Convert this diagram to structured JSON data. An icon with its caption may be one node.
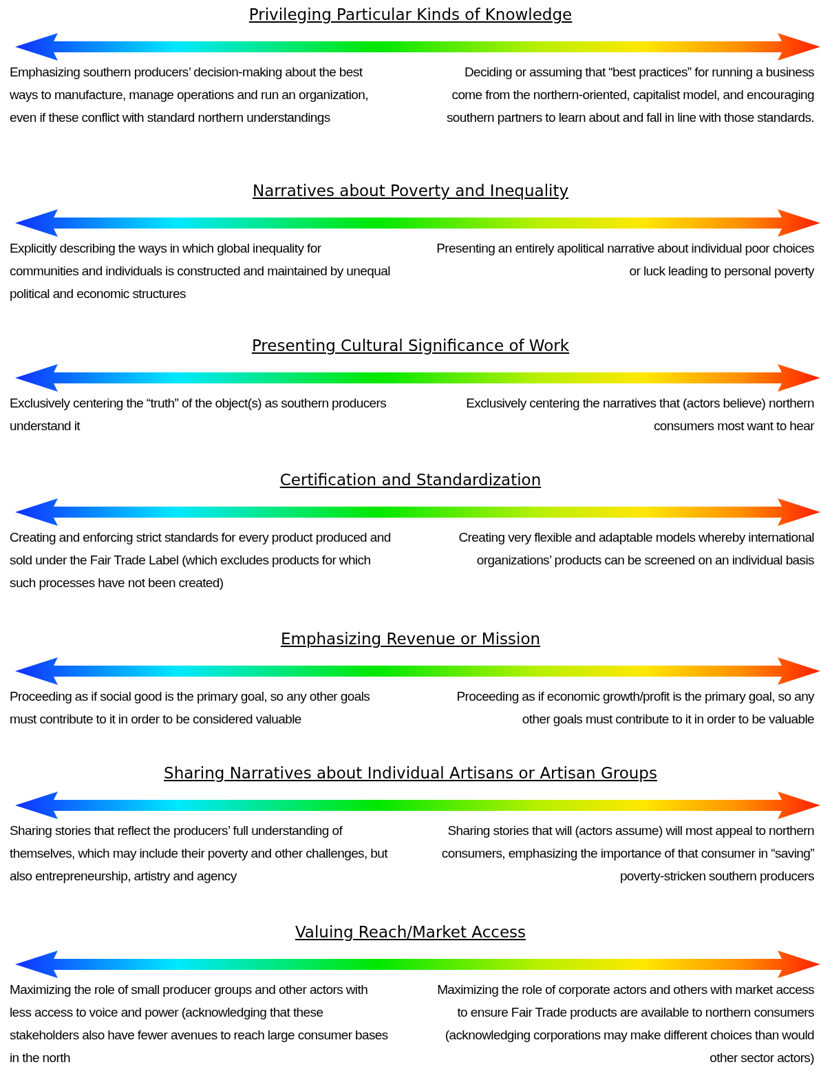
{
  "diagram": {
    "labels": [
      "Privileging Particular Kinds of Knowledge",
      "Emphasizing southern producers’ decision-making about the best ways to manufacture, manage operations and run an organization, even if these conflict with standard northern understandings",
      "Deciding or assuming that “best practices” for running a business come from the northern-oriented, capitalist model, and encouraging southern partners to learn about and fall in line with those standards.",
      "Narratives about Poverty and Inequality",
      "Explicitly describing the ways in which global inequality for communities and individuals is constructed and maintained by unequal political and economic structures",
      "Presenting an entirely apolitical narrative about individual poor choices or luck leading to personal poverty",
      "Presenting Cultural Significance of Work",
      "Exclusively centering the “truth” of the object(s) as southern producers understand it",
      "Exclusively centering the narratives that (actors believe) northern consumers most want to hear",
      "Certification and Standardization",
      "Creating and enforcing strict standards for every product produced and sold under the Fair Trade Label (which excludes products for which such processes have not been created)",
      "Creating very flexible and adaptable models whereby international organizations’ products can be screened on an individual basis",
      "Emphasizing Revenue or Mission",
      "Proceeding as if social good is the primary goal, so any other goals must contribute to it in order to be considered valuable",
      "Proceeding as if economic growth/profit is the primary goal, so any other goals must contribute to it in order to be valuable",
      "Sharing Narratives about Individual Artisans or Artisan Groups",
      "Sharing stories that reflect the producers’ full understanding of themselves, which may include their poverty and other challenges, but also entrepreneurship, artistry and agency",
      "Sharing stories that will (actors assume) will most appeal to northern consumers, emphasizing the importance of that consumer in “saving” poverty-stricken southern producers",
      "Valuing Reach/Market Access",
      "Maximizing the role of small producer groups and other actors with less access to voice and power (acknowledging that these stakeholders also have fewer avenues to reach large consumer bases in the north",
      "Maximizing the role of corporate actors and others with market access to ensure Fair Trade products are available to northern consumers (acknowledging corporations may make different choices than would other sector actors)"
    ]
  }
}
